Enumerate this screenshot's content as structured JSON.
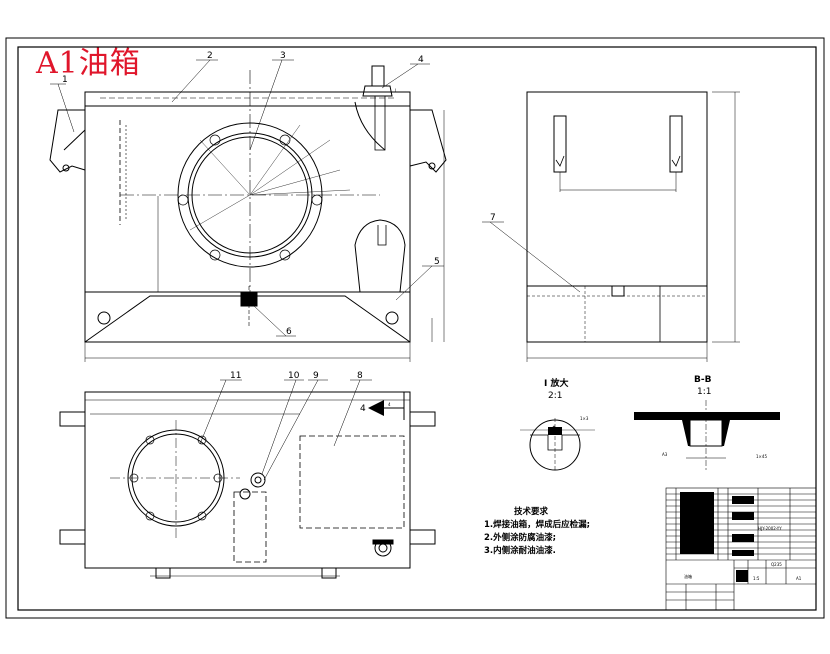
{
  "drawing": {
    "title": "A1油箱",
    "part_numbers": [
      "1",
      "2",
      "3",
      "4",
      "5",
      "6",
      "7",
      "8",
      "9",
      "10",
      "11"
    ],
    "detail_view_title": "I 放大",
    "detail_view_scale": "2:1",
    "section_view_title": "B-B",
    "section_view_scale": "1:1",
    "section_label_a": "A3",
    "section_label_chamfer": "1×45",
    "detail_label_chamfer": "1×3",
    "section_arrow_label": "4",
    "section_arrow_label_right": "4",
    "view_mark": "I",
    "tech_requirements": {
      "heading": "技术要求",
      "items": [
        "1.焊接油箱，焊成后应检漏;",
        "2.外侧涂防腐油漆;",
        "3.内侧涂耐油油漆."
      ]
    },
    "title_block": {
      "drawing_number": "HJY-2002-YY",
      "name": "油箱",
      "material": "Q235",
      "scale": "1:5",
      "sheet": "A1"
    }
  },
  "colors": {
    "title": "#e0162b",
    "line": "#000000"
  }
}
